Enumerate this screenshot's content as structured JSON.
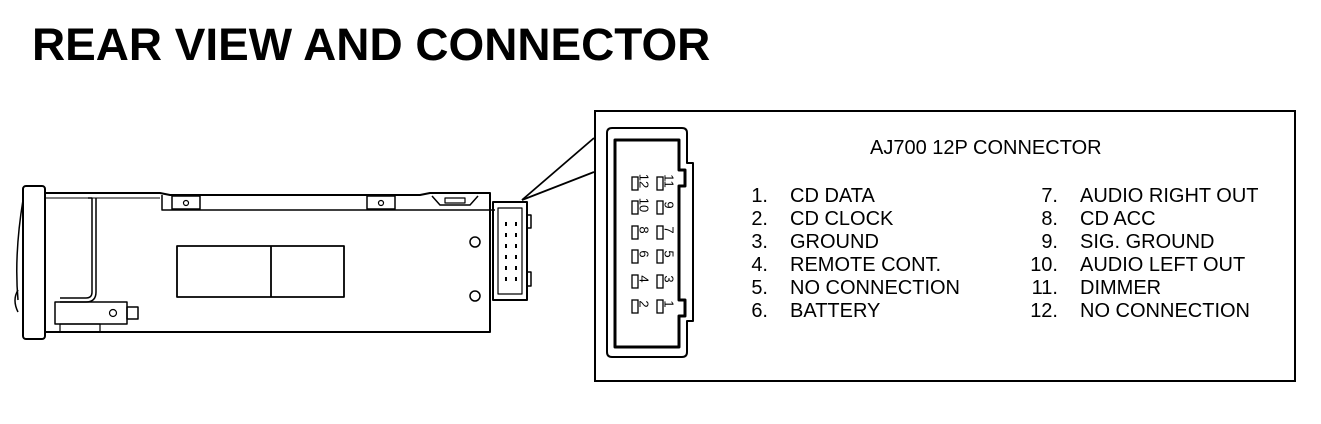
{
  "title": "REAR VIEW AND CONNECTOR",
  "connector": {
    "name": "AJ700 12P CONNECTOR",
    "pins_left": [
      {
        "num": "1.",
        "label": "CD DATA"
      },
      {
        "num": "2.",
        "label": "CD CLOCK"
      },
      {
        "num": "3.",
        "label": "GROUND"
      },
      {
        "num": "4.",
        "label": "REMOTE CONT."
      },
      {
        "num": "5.",
        "label": "NO CONNECTION"
      },
      {
        "num": "6.",
        "label": "BATTERY"
      }
    ],
    "pins_right": [
      {
        "num": "7.",
        "label": "AUDIO RIGHT OUT"
      },
      {
        "num": "8.",
        "label": "CD ACC"
      },
      {
        "num": "9.",
        "label": "SIG. GROUND"
      },
      {
        "num": "10.",
        "label": "AUDIO LEFT OUT"
      },
      {
        "num": "11.",
        "label": "DIMMER"
      },
      {
        "num": "12.",
        "label": "NO CONNECTION"
      }
    ],
    "face_pins": {
      "even_column": [
        "12",
        "10",
        "8",
        "6",
        "4",
        "2"
      ],
      "odd_column": [
        "11",
        "9",
        "7",
        "5",
        "3",
        "1"
      ]
    }
  }
}
